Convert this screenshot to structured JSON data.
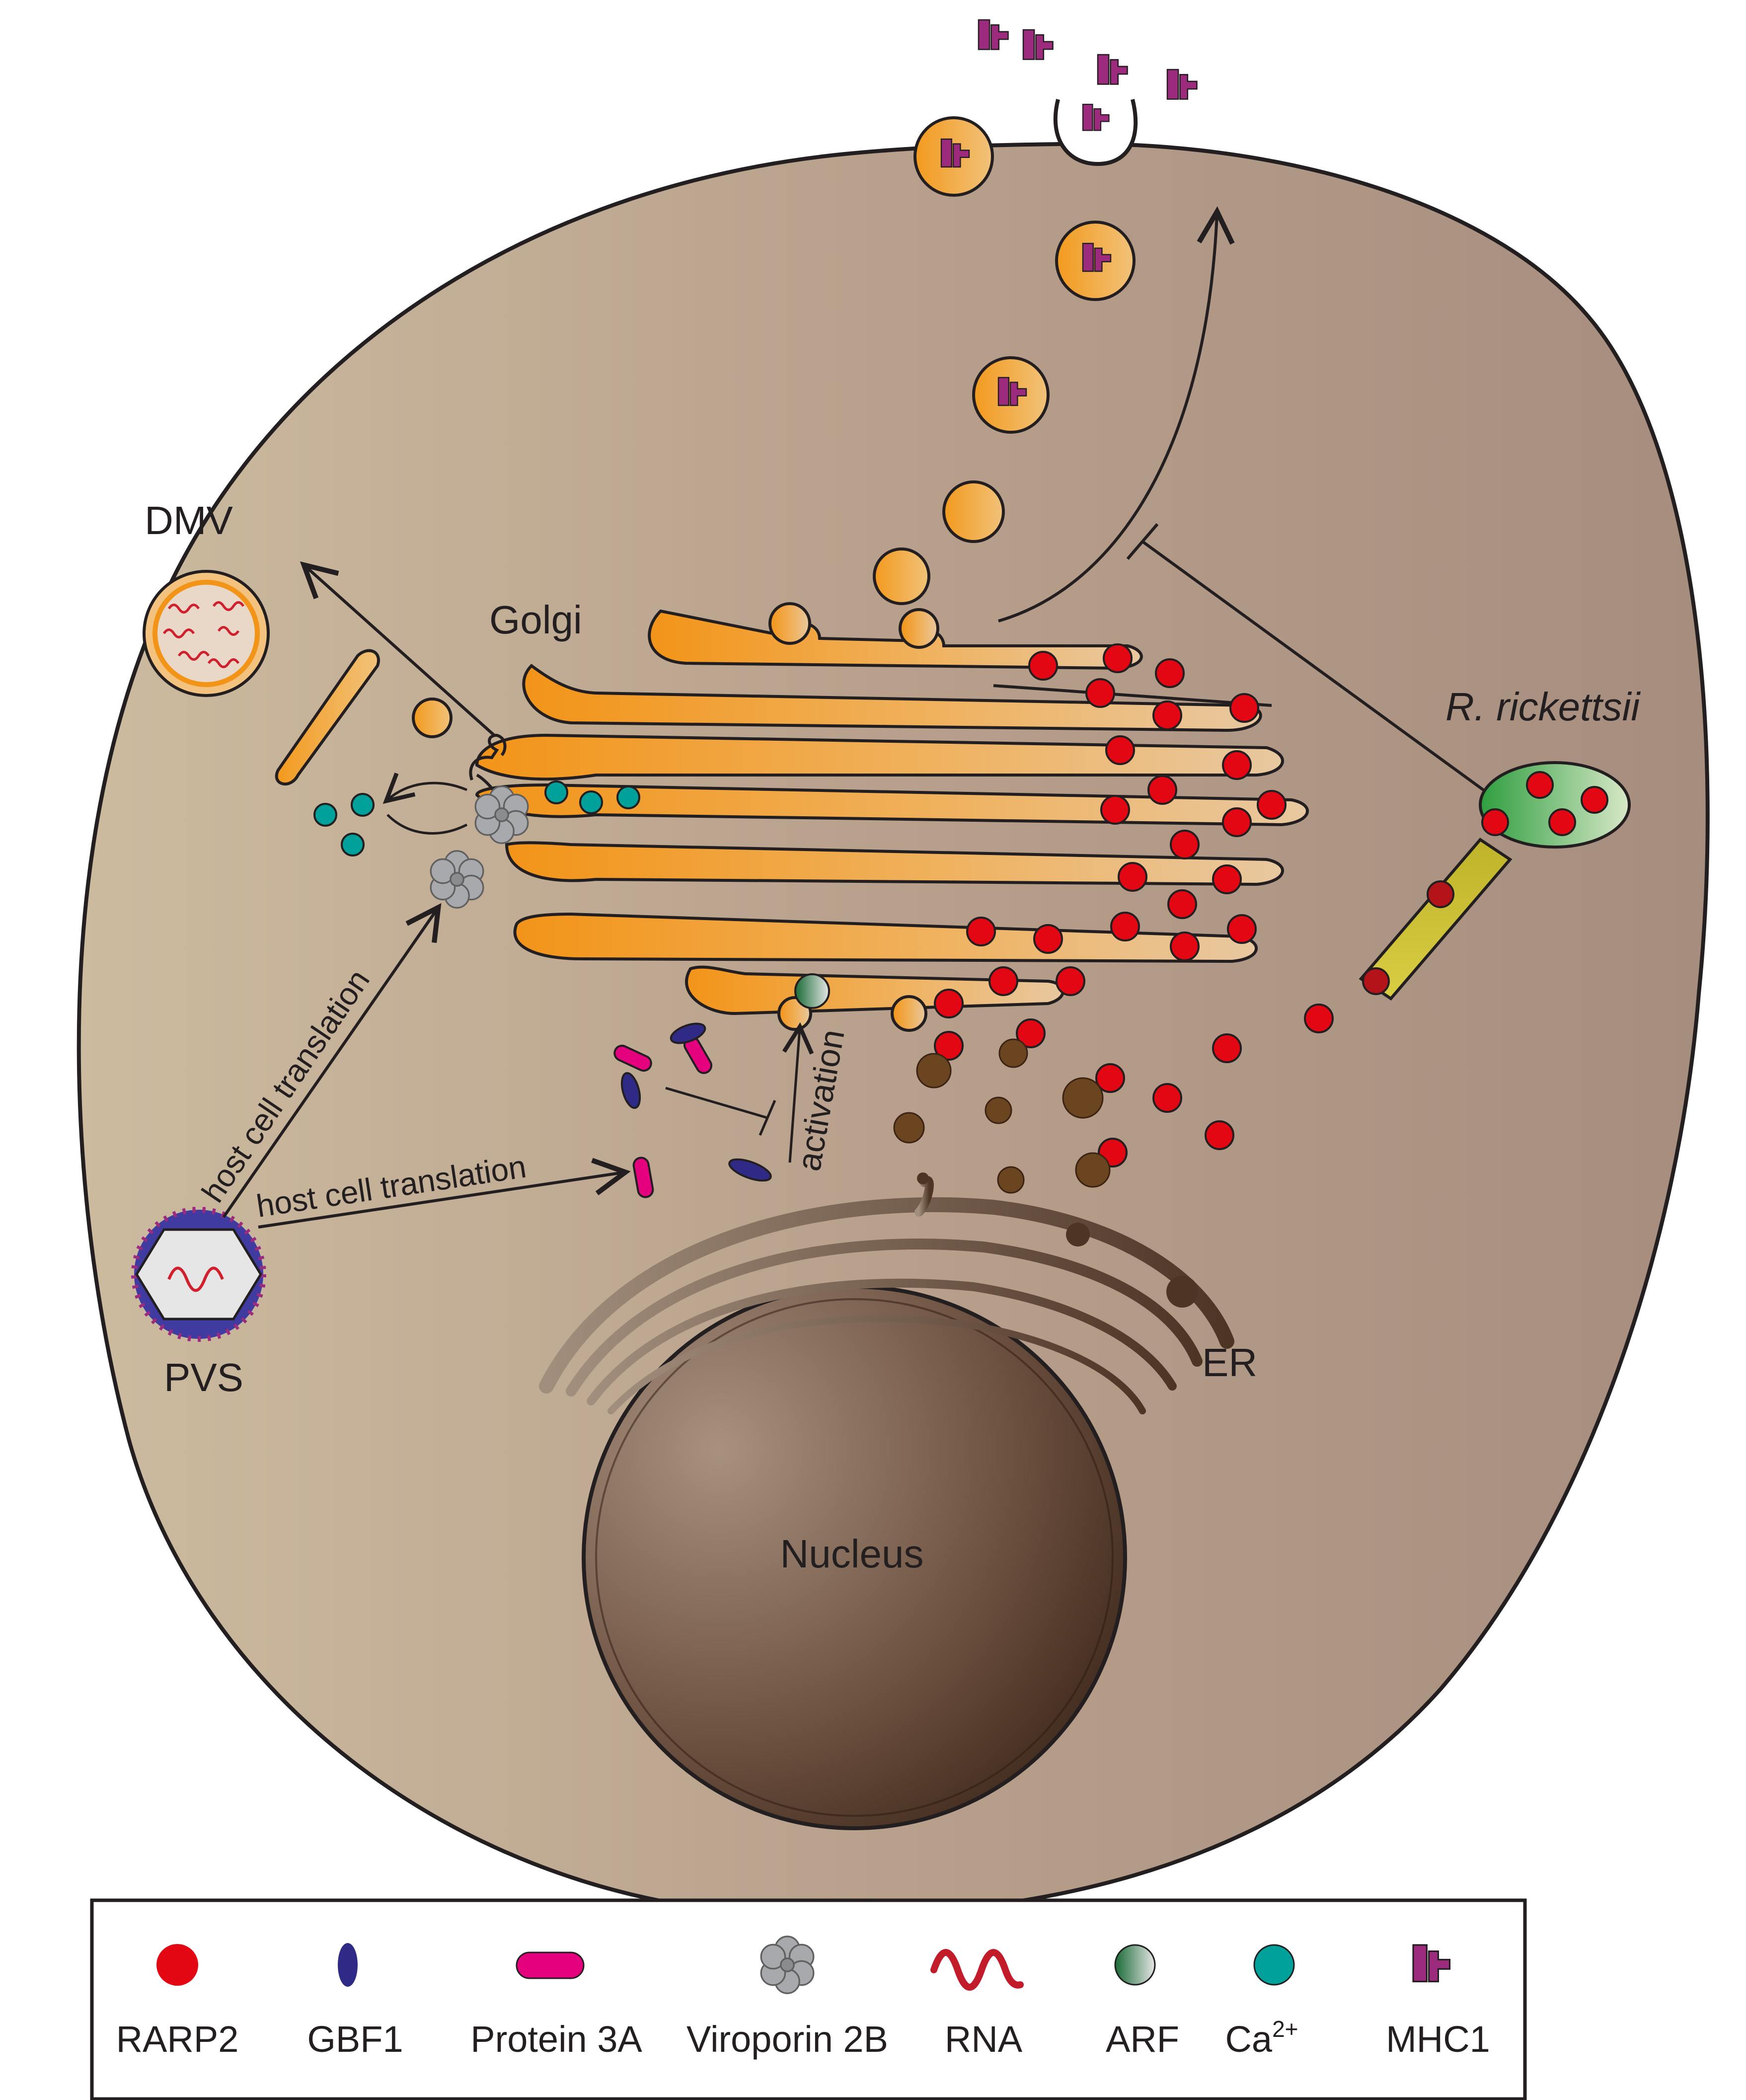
{
  "labels": {
    "dmv": "DMV",
    "golgi": "Golgi",
    "pathogen": "R. rickettsii",
    "virus": "PVS",
    "er": "ER",
    "nucleus": "Nucleus",
    "translation_upper": "host cell translation",
    "translation_lower": "host cell translation",
    "activation": "activation"
  },
  "legend": [
    {
      "name": "RARP2",
      "icon": "red-dot",
      "label": "RARP2"
    },
    {
      "name": "GBF1",
      "icon": "blue-ellipse",
      "label": "GBF1"
    },
    {
      "name": "Protein 3A",
      "icon": "magenta-pill",
      "label": "Protein 3A"
    },
    {
      "name": "Viroporin 2B",
      "icon": "grey-flower",
      "label": "Viroporin 2B"
    },
    {
      "name": "RNA",
      "icon": "red-wave",
      "label": "RNA"
    },
    {
      "name": "ARF",
      "icon": "green-gradient-dot",
      "label": "ARF"
    },
    {
      "name": "Ca2+",
      "icon": "teal-dot",
      "label": "Ca",
      "sup": "2+"
    },
    {
      "name": "MHC1",
      "icon": "purple-receptor",
      "label": "MHC1"
    }
  ],
  "colors": {
    "cell_fill_left": "#c9b79e",
    "cell_fill_right": "#a58c7e",
    "golgi": "#f39a1e",
    "rarp2": "#e30613",
    "gbf1": "#2e2a86",
    "protein3a": "#e5007e",
    "viroporin": "#a7a9ac",
    "calcium": "#00a19a",
    "arf_dark": "#1f6e3b",
    "mhc1": "#9c2a7d",
    "rna": "#d0202e",
    "er": "#5d4636",
    "nucleus_dark": "#3b2619"
  }
}
